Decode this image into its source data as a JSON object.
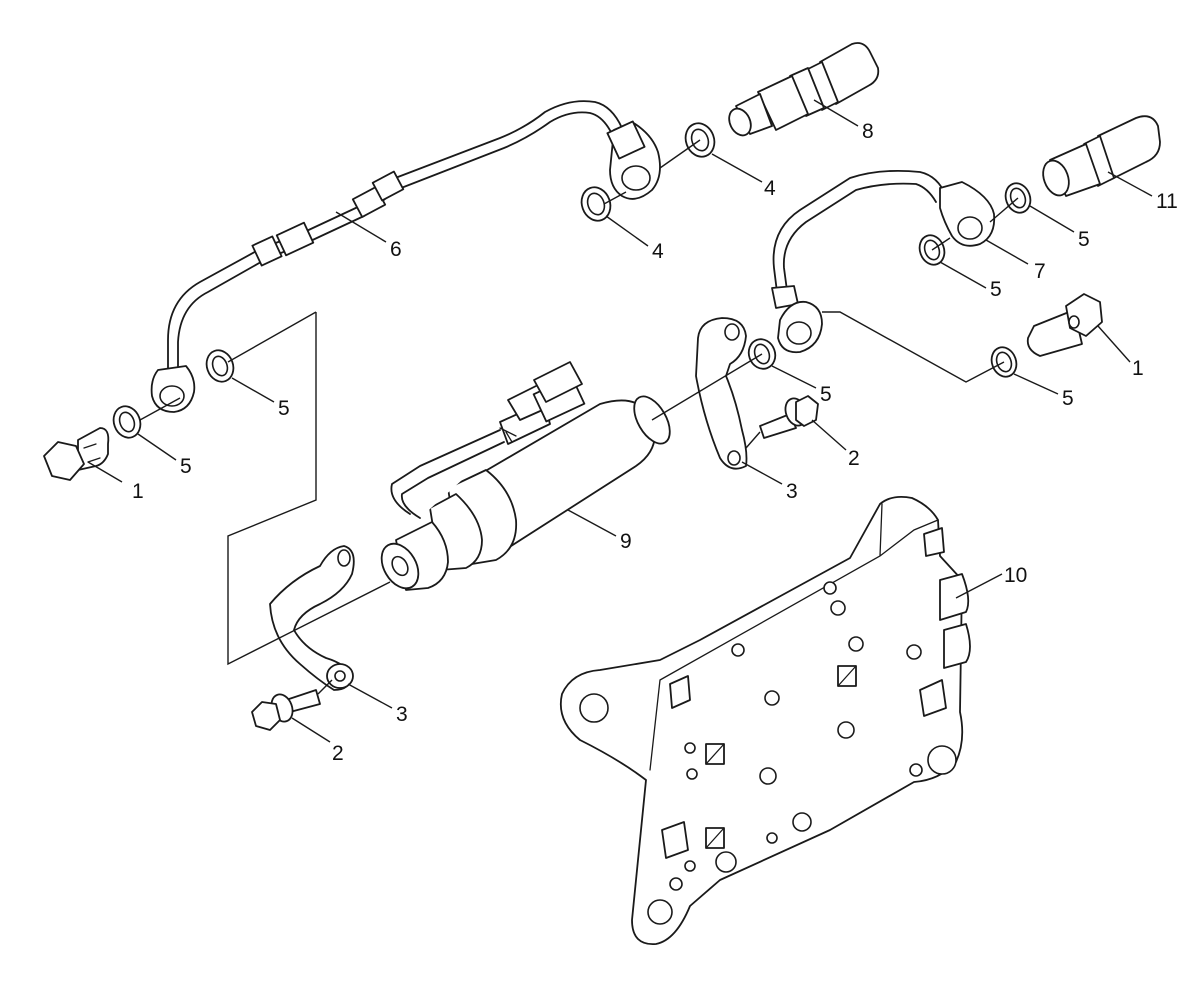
{
  "colors": {
    "line": "#1a1a1a",
    "background": "#ffffff"
  },
  "callouts": [
    {
      "id": "c1a",
      "text": "1"
    },
    {
      "id": "c1b",
      "text": "1"
    },
    {
      "id": "c2a",
      "text": "2"
    },
    {
      "id": "c2b",
      "text": "2"
    },
    {
      "id": "c3a",
      "text": "3"
    },
    {
      "id": "c3b",
      "text": "3"
    },
    {
      "id": "c4a",
      "text": "4"
    },
    {
      "id": "c4b",
      "text": "4"
    },
    {
      "id": "c5a",
      "text": "5"
    },
    {
      "id": "c5b",
      "text": "5"
    },
    {
      "id": "c5c",
      "text": "5"
    },
    {
      "id": "c5d",
      "text": "5"
    },
    {
      "id": "c5e",
      "text": "5"
    },
    {
      "id": "c5f",
      "text": "5"
    },
    {
      "id": "c6",
      "text": "6"
    },
    {
      "id": "c7",
      "text": "7"
    },
    {
      "id": "c8",
      "text": "8"
    },
    {
      "id": "c9",
      "text": "9"
    },
    {
      "id": "c10",
      "text": "10"
    },
    {
      "id": "c11",
      "text": "11"
    }
  ]
}
